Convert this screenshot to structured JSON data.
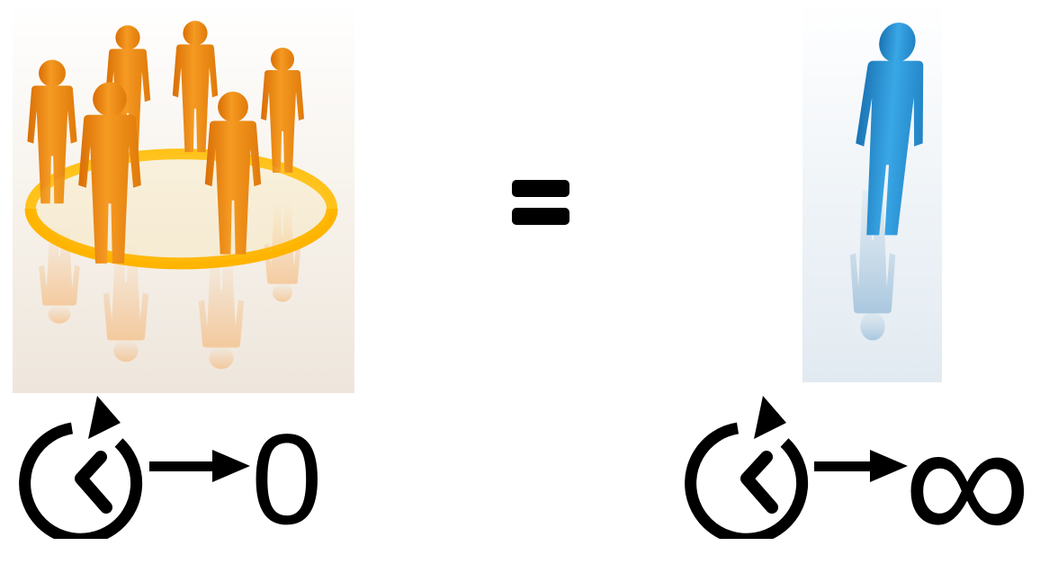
{
  "equation": {
    "left_side": {
      "picture": "group-of-orange-people-in-ring",
      "colors": {
        "figure": "#f08a12",
        "ring": "#ffc21a"
      },
      "timer_icon": "restart-timer-icon",
      "arrow_icon": "right-arrow-icon",
      "limit": "0"
    },
    "operator": "equals-icon",
    "right_side": {
      "picture": "single-blue-person",
      "colors": {
        "figure": "#2a93d5"
      },
      "timer_icon": "restart-timer-icon",
      "arrow_icon": "right-arrow-icon",
      "limit": "∞"
    }
  }
}
